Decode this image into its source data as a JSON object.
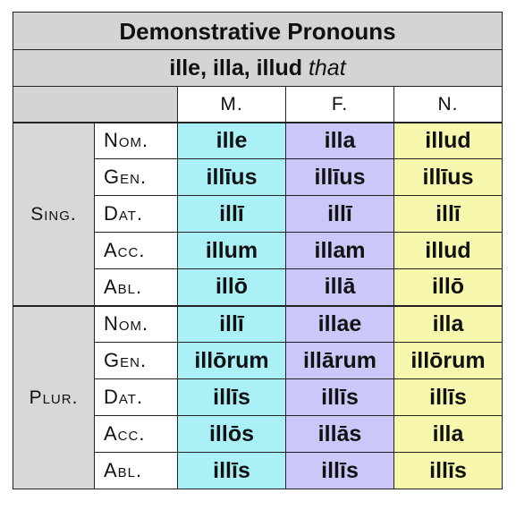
{
  "title": "Demonstrative Pronouns",
  "subtitle": {
    "words": "ille, illa, illud",
    "meaning": "that"
  },
  "gender_headers": [
    "M.",
    "F.",
    "N."
  ],
  "groups": [
    {
      "number": "Sing.",
      "rows": [
        {
          "case": "Nom.",
          "m": "ille",
          "f": "illa",
          "n": "illud"
        },
        {
          "case": "Gen.",
          "m": "illīus",
          "f": "illīus",
          "n": "illīus"
        },
        {
          "case": "Dat.",
          "m": "illī",
          "f": "illī",
          "n": "illī"
        },
        {
          "case": "Acc.",
          "m": "illum",
          "f": "illam",
          "n": "illud"
        },
        {
          "case": "Abl.",
          "m": "illō",
          "f": "illā",
          "n": "illō"
        }
      ]
    },
    {
      "number": "Plur.",
      "rows": [
        {
          "case": "Nom.",
          "m": "illī",
          "f": "illae",
          "n": "illa"
        },
        {
          "case": "Gen.",
          "m": "illōrum",
          "f": "illārum",
          "n": "illōrum"
        },
        {
          "case": "Dat.",
          "m": "illīs",
          "f": "illīs",
          "n": "illīs"
        },
        {
          "case": "Acc.",
          "m": "illōs",
          "f": "illās",
          "n": "illa"
        },
        {
          "case": "Abl.",
          "m": "illīs",
          "f": "illīs",
          "n": "illīs"
        }
      ]
    }
  ],
  "colors": {
    "masculine": "#a9f1f6",
    "feminine": "#c9c8f8",
    "neuter": "#f7f7ae",
    "header_gray": "#d4d4d4"
  }
}
